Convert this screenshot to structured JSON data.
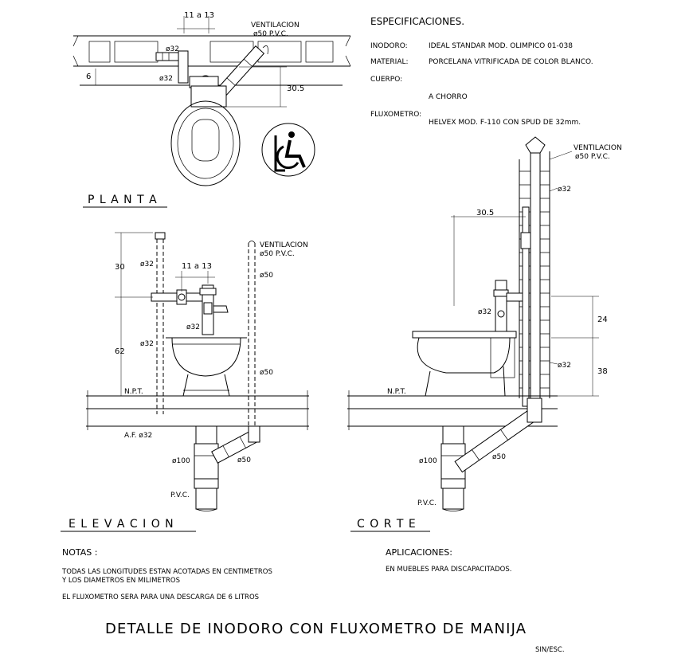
{
  "title": "DETALLE DE INODORO CON FLUXOMETRO DE MANIJA",
  "scale": "SIN/ESC.",
  "views": {
    "planta": "P L A N T A",
    "elevacion": "E L E V A C I O N",
    "corte": "C O R T E"
  },
  "specs": {
    "heading": "ESPECIFICACIONES.",
    "rows": [
      {
        "label": "INODORO:",
        "value": "IDEAL STANDAR MOD. OLIMPICO 01-038"
      },
      {
        "label": "MATERIAL:",
        "value": "PORCELANA VITRIFICADA DE COLOR BLANCO."
      },
      {
        "label": "CUERPO:",
        "value": "A CHORRO"
      },
      {
        "label": "FLUXOMETRO:",
        "value": "HELVEX MOD. F-110 CON SPUD DE 32mm."
      }
    ]
  },
  "notes": {
    "heading": "NOTAS :",
    "lines": [
      "TODAS LAS LONGITUDES ESTAN ACOTADAS EN CENTIMETROS",
      "Y LOS DIAMETROS EN MILIMETROS",
      "EL FLUXOMETRO SERA PARA UNA DESCARGA DE 6 LITROS"
    ]
  },
  "applications": {
    "heading": "APLICACIONES:",
    "text": "EN MUEBLES PARA DISCAPACITADOS."
  },
  "labels": {
    "ventilacion": "VENTILACION",
    "vent_diam": "ø50 P.V.C.",
    "d32": "ø32",
    "d50": "ø50",
    "d100": "ø100",
    "pvc": "P.V.C.",
    "npt": "N.P.T.",
    "af32": "A.F. ø32",
    "dim_11_13": "11 a 13",
    "dim_6": "6",
    "dim_30_5": "30.5",
    "dim_30": "30",
    "dim_62": "62",
    "dim_24": "24",
    "dim_38": "38"
  },
  "icons": {
    "accessibility": "wheelchair-symbol-icon"
  }
}
